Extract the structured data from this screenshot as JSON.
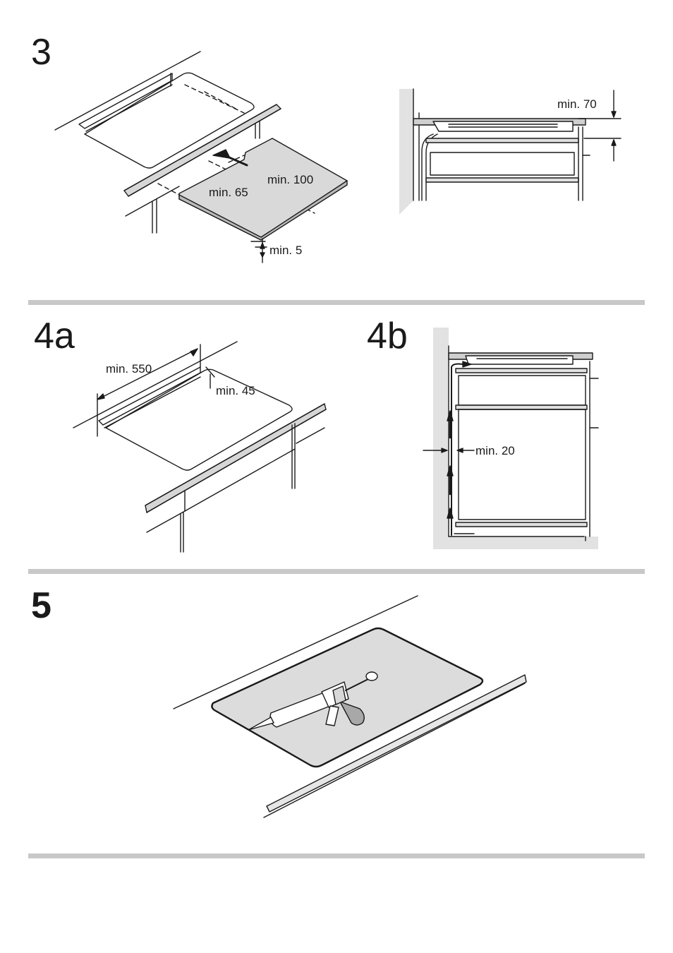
{
  "steps": {
    "s3": {
      "number": "3"
    },
    "s4a": {
      "number": "4a"
    },
    "s4b": {
      "number": "4b"
    },
    "s5": {
      "number": "5"
    }
  },
  "dimensions": {
    "s3_min100": "min. 100",
    "s3_min65": "min. 65",
    "s3_min5": "min. 5",
    "s3_min70": "min. 70",
    "s4a_min550": "min. 550",
    "s4a_min45": "min. 45",
    "s4b_min20": "min. 20"
  },
  "colors": {
    "line": "#1a1a1a",
    "divider": "#c8c8c8",
    "panel_fill": "#dcdcdc",
    "wall_fill": "#e2e2e2"
  }
}
